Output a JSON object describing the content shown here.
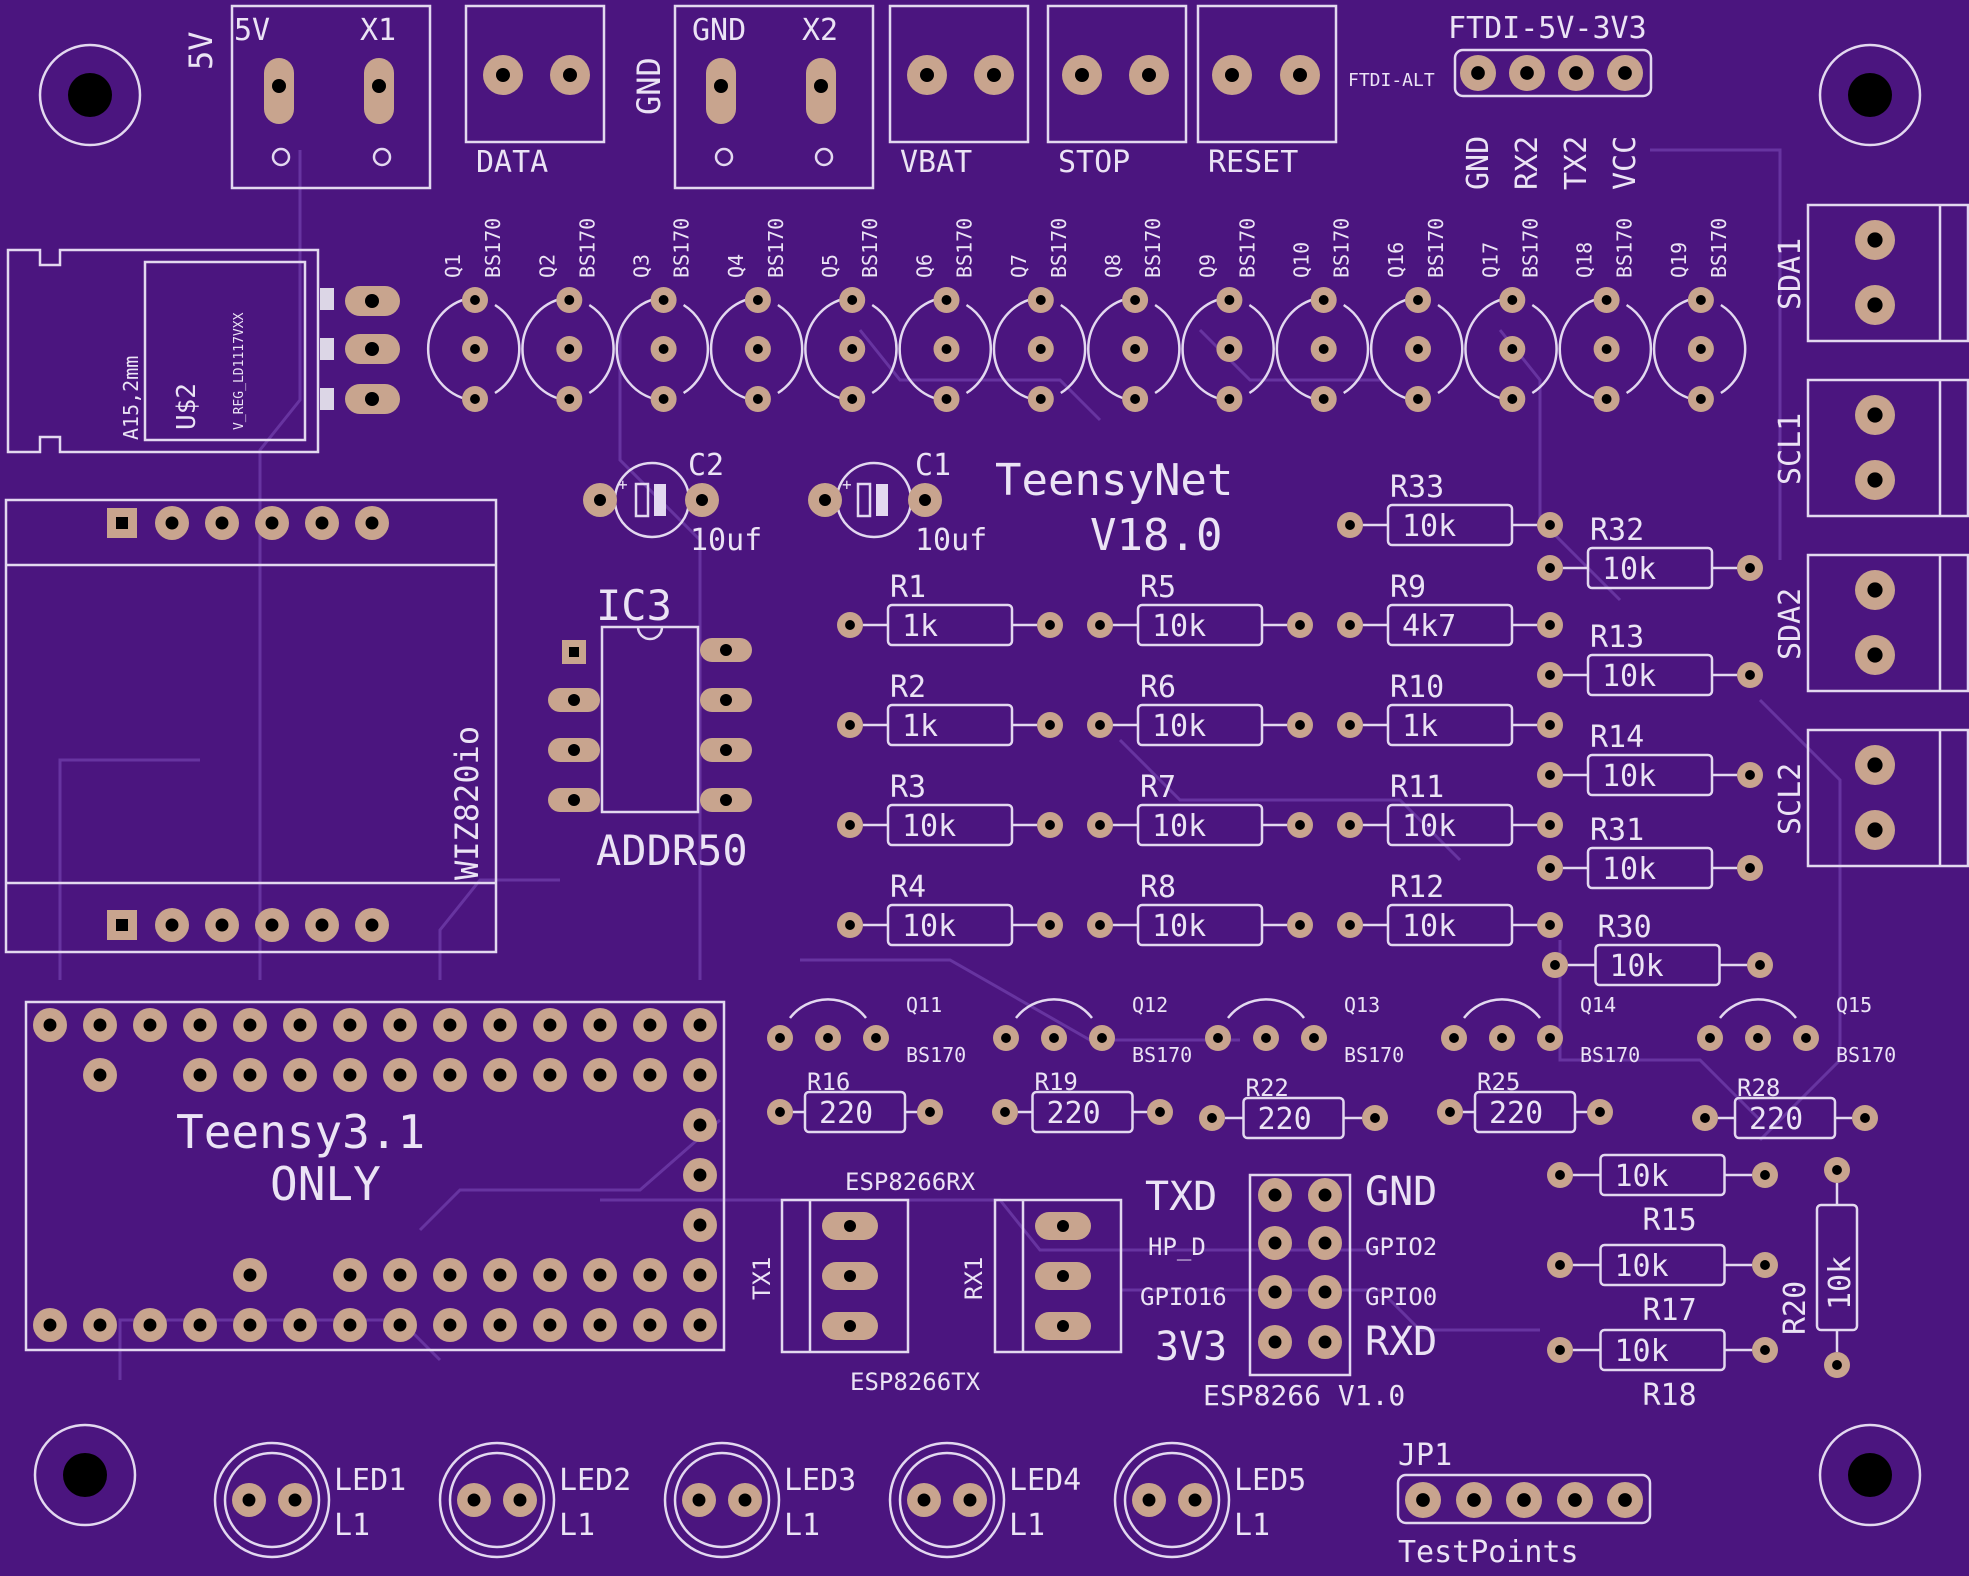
{
  "colors": {
    "board": "#4b157f",
    "silkscreen": "#ebe3f5",
    "pad": "#c8a48e",
    "trace": "#6c3aa6",
    "drill": "#000000"
  },
  "board": {
    "title": "TeensyNet",
    "version": "V18.0",
    "icon": "pcb-layout-icon"
  },
  "connectors": {
    "power_5v_side": "5V",
    "x1": {
      "left": "5V",
      "right": "X1"
    },
    "data": "DATA",
    "gnd_side": "GND",
    "x2": {
      "left": "GND",
      "right": "X2"
    },
    "vbat": "VBAT",
    "stop": "STOP",
    "reset": "RESET",
    "ftdi_alt": "FTDI-ALT",
    "ftdi_header": "FTDI-5V-3V3",
    "ftdi_pins": [
      "GND",
      "RX2",
      "TX2",
      "VCC"
    ],
    "i2c": [
      "SDA1",
      "SCL1",
      "SDA2",
      "SCL2"
    ]
  },
  "regulator": {
    "name": "U$2",
    "package": "A15,2mm",
    "part": "V_REG_LD1117VXX"
  },
  "transistors_top": [
    {
      "name": "Q1",
      "type": "BS170"
    },
    {
      "name": "Q2",
      "type": "BS170"
    },
    {
      "name": "Q3",
      "type": "BS170"
    },
    {
      "name": "Q4",
      "type": "BS170"
    },
    {
      "name": "Q5",
      "type": "BS170"
    },
    {
      "name": "Q6",
      "type": "BS170"
    },
    {
      "name": "Q7",
      "type": "BS170"
    },
    {
      "name": "Q8",
      "type": "BS170"
    },
    {
      "name": "Q9",
      "type": "BS170"
    },
    {
      "name": "Q10",
      "type": "BS170"
    },
    {
      "name": "Q16",
      "type": "BS170"
    },
    {
      "name": "Q17",
      "type": "BS170"
    },
    {
      "name": "Q18",
      "type": "BS170"
    },
    {
      "name": "Q19",
      "type": "BS170"
    }
  ],
  "capacitors": [
    {
      "name": "C2",
      "value": "10uf"
    },
    {
      "name": "C1",
      "value": "10uf"
    }
  ],
  "ic3": {
    "name": "IC3",
    "label": "ADDR50"
  },
  "ethernet": {
    "name": "WIZ820io"
  },
  "resistors_grid": [
    {
      "name": "R1",
      "value": "1k"
    },
    {
      "name": "R2",
      "value": "1k"
    },
    {
      "name": "R3",
      "value": "10k"
    },
    {
      "name": "R4",
      "value": "10k"
    },
    {
      "name": "R5",
      "value": "10k"
    },
    {
      "name": "R6",
      "value": "10k"
    },
    {
      "name": "R7",
      "value": "10k"
    },
    {
      "name": "R8",
      "value": "10k"
    },
    {
      "name": "R33",
      "value": "10k"
    },
    {
      "name": "R9",
      "value": "4k7"
    },
    {
      "name": "R10",
      "value": "1k"
    },
    {
      "name": "R11",
      "value": "10k"
    },
    {
      "name": "R12",
      "value": "10k"
    },
    {
      "name": "R32",
      "value": "10k"
    },
    {
      "name": "R13",
      "value": "10k"
    },
    {
      "name": "R14",
      "value": "10k"
    },
    {
      "name": "R31",
      "value": "10k"
    },
    {
      "name": "R30",
      "value": "10k"
    }
  ],
  "transistors_bottom": [
    {
      "name": "Q11",
      "type": "BS170"
    },
    {
      "name": "Q12",
      "type": "BS170"
    },
    {
      "name": "Q13",
      "type": "BS170"
    },
    {
      "name": "Q14",
      "type": "BS170"
    },
    {
      "name": "Q15",
      "type": "BS170"
    }
  ],
  "resistors_bottom": [
    {
      "name": "R16",
      "value": "220"
    },
    {
      "name": "R19",
      "value": "220"
    },
    {
      "name": "R22",
      "value": "220"
    },
    {
      "name": "R25",
      "value": "220"
    },
    {
      "name": "R28",
      "value": "220"
    }
  ],
  "teensy": {
    "line1": "Teensy3.1",
    "line2": "ONLY"
  },
  "esp_ports": {
    "rx_top": "ESP8266RX",
    "tx_bottom": "ESP8266TX",
    "tx1": "TX1",
    "rx1": "RX1"
  },
  "esp8266": {
    "left": [
      "TXD",
      "HP_D",
      "GPIO16",
      "3V3"
    ],
    "right": [
      "GND",
      "GPIO2",
      "GPIO0",
      "RXD"
    ],
    "caption": "ESP8266 V1.0"
  },
  "resistors_right": [
    {
      "name": "R15",
      "value": "10k"
    },
    {
      "name": "R17",
      "value": "10k"
    },
    {
      "name": "R18",
      "value": "10k"
    },
    {
      "name": "R20",
      "value": "10k"
    }
  ],
  "leds": [
    {
      "name": "LED1",
      "sub": "L1"
    },
    {
      "name": "LED2",
      "sub": "L1"
    },
    {
      "name": "LED3",
      "sub": "L1"
    },
    {
      "name": "LED4",
      "sub": "L1"
    },
    {
      "name": "LED5",
      "sub": "L1"
    }
  ],
  "jp1": {
    "name": "JP1",
    "label": "TestPoints"
  }
}
